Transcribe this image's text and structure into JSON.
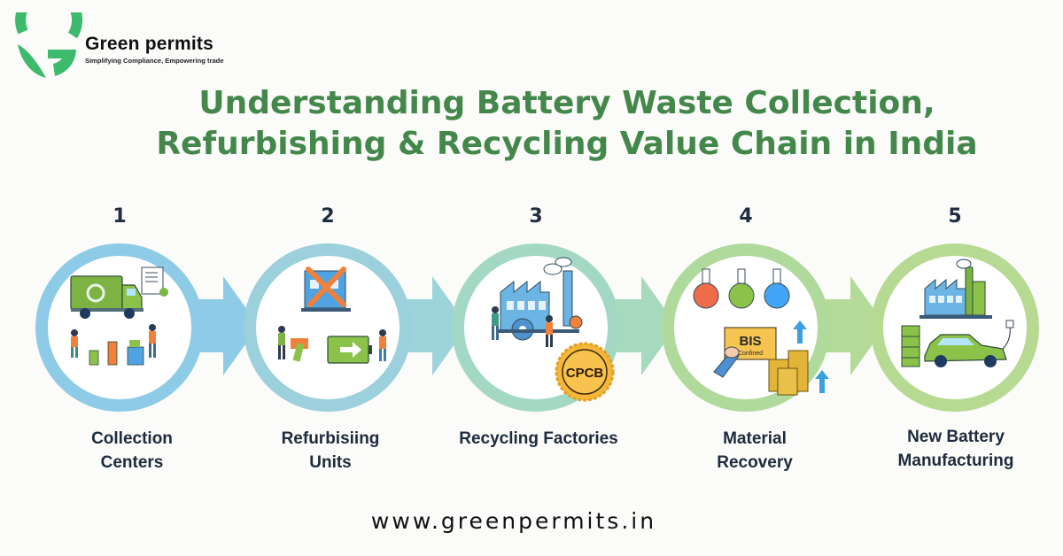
{
  "header": {
    "brand_name": "Green permits",
    "tagline": "Simplifying Compliance, Empowering trade",
    "logo_icon": "green-g-leaf-logo",
    "brand_color": "#3dba6b"
  },
  "title": {
    "line1": "Understanding Battery Waste Collection,",
    "line2": "Refurbishing & Recycling Value Chain in India",
    "color": "#43884a"
  },
  "steps": [
    {
      "number": "1",
      "label_line1": "Collection",
      "label_line2": "Centers",
      "icon": "collection-truck-workers-batteries-epr-document",
      "ring_color": "#8ecbe6"
    },
    {
      "number": "2",
      "label_line1": "Refurbisiing",
      "label_line2": "Units",
      "icon": "repair-tools-building-battery-workers",
      "ring_color": "#9bd0dc"
    },
    {
      "number": "3",
      "label_line1": "Recycling Factories",
      "label_line2": "",
      "icon": "factory-gears-workers",
      "badge": "CPCB",
      "ring_color": "#a3d8c4"
    },
    {
      "number": "4",
      "label_line1": "Material",
      "label_line2": "Recovery",
      "icon": "flasks-coins-certificate",
      "badge": "BIS",
      "badge_sub": "Confined",
      "ring_color": "#b0d99c"
    },
    {
      "number": "5",
      "label_line1": "New Battery",
      "label_line2": "Manufacturing",
      "icon": "factory-ev-car-battery",
      "ring_color": "#b6da92"
    }
  ],
  "arrows": [
    {
      "from": "1",
      "to": "2",
      "color": "#8ecbe6"
    },
    {
      "from": "2",
      "to": "3",
      "color": "#9dd3da"
    },
    {
      "from": "3",
      "to": "4",
      "color": "#a7d9bd"
    },
    {
      "from": "4",
      "to": "5",
      "color": "#b3da96"
    }
  ],
  "footer": {
    "url": "www.greenpermits.in"
  }
}
